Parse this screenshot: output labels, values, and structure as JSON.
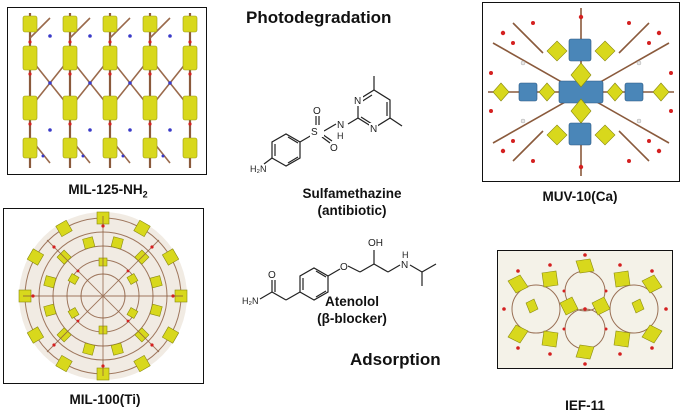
{
  "titles": {
    "photodegradation": "Photodegradation",
    "adsorption": "Adsorption"
  },
  "mofs": {
    "mil125": {
      "name": "MIL-125-NH",
      "subscript": "2"
    },
    "mil100": {
      "name": "MIL-100(Ti)"
    },
    "muv10": {
      "name": "MUV-10(Ca)"
    },
    "ief11": {
      "name": "IEF-11"
    }
  },
  "molecules": {
    "sulfamethazine": {
      "name": "Sulfamethazine",
      "class": "(antibiotic)",
      "atoms": {
        "h2n": "H₂N",
        "s": "S",
        "o1": "O",
        "o2": "O",
        "nh": "N",
        "h": "H",
        "n1": "N",
        "n2": "N"
      }
    },
    "atenolol": {
      "name": "Atenolol",
      "class": "(β-blocker)",
      "atoms": {
        "h2n": "H₂N",
        "o_carbonyl": "O",
        "o_ether": "O",
        "oh": "OH",
        "nh": "N",
        "h": "H"
      }
    }
  },
  "colors": {
    "polyhedron_yellow": "#d8d81c",
    "polyhedron_blue": "#4a86b8",
    "linker_brown": "#8a5a3c",
    "oxygen_red": "#d42020",
    "nitrogen_blue": "#3a3ac8",
    "frame": "#111111"
  }
}
